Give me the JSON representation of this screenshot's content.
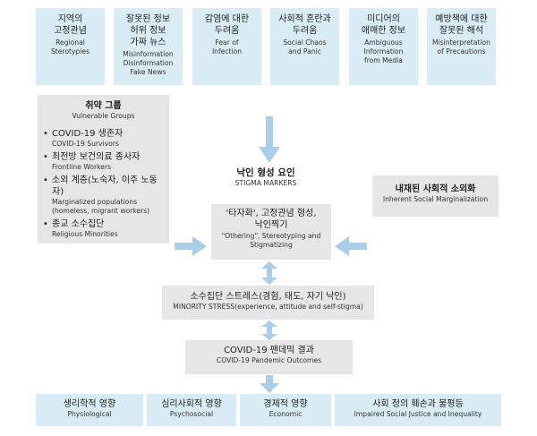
{
  "top_factors": [
    {
      "ko": "지역의\n고정관념",
      "en": "Regional\nSterotypies"
    },
    {
      "ko": "잘못된 정보\n허위 정보\n가짜 뉴스",
      "en": "Misinformation\nDisinformation\nFake News"
    },
    {
      "ko": "감염에 대한\n두려움",
      "en": "Fear of\nInfection"
    },
    {
      "ko": "사회적 혼란과\n두려움",
      "en": "Social Chaos\nand Panic"
    },
    {
      "ko": "미디어의\n애매한 정보",
      "en": "Ambiguous\nInformation\nfrom Media"
    },
    {
      "ko": "예방책에 대한\n잘못된 해석",
      "en": "Misinterpretation\nof Precautions"
    }
  ],
  "vulnerable_groups": {
    "title_ko": "취약 그룹",
    "title_en": "Vulnerable Groups",
    "items": [
      {
        "ko": "COVID-19 생존자",
        "en": "COVID-19 Survivors"
      },
      {
        "ko": "최전방 보건의료 종사자",
        "en": "Frontline Workers"
      },
      {
        "ko": "소외 계층(노숙자, 이주 노동자)",
        "en": "Marginalized populations\n(homeless, migrant workers)"
      },
      {
        "ko": "종교 소수집단",
        "en": "Religious Minorities"
      }
    ]
  },
  "stigma_markers": {
    "ko": "낙인 형성 요인",
    "en": "STIGMA MARKERS"
  },
  "othering": {
    "ko": "'타자화', 고정관념 형성,\n낙인찍기",
    "en": "\"Othering\", Stereotyping and\nStigmatizing"
  },
  "inherent": {
    "ko": "내재된 사회적 소외화",
    "en": "Inherent Social Marginalization"
  },
  "minority_stress": {
    "ko": "소수집단 스트레스(경험, 태도, 자기 낙인)",
    "en": "MINORITY STRESS(experience, attitude and self-stigma)"
  },
  "outcomes": {
    "ko": "COVID-19 팬데믹 결과",
    "en": "COVID-19 Pandemic Outcomes"
  },
  "bottom_outcomes": [
    {
      "ko": "생리학적 영향",
      "en": "Physiological"
    },
    {
      "ko": "심리사회적 영향",
      "en": "Psychosocial"
    },
    {
      "ko": "경제적 영향",
      "en": "Economic"
    },
    {
      "ko": "사회 정의 훼손과 불평등",
      "en": "Impaired Social Justice and Inequality"
    }
  ],
  "colors": {
    "blue_box": "#d9ecf6",
    "gray_box": "#e6e6e6",
    "arrow": "#aacde8"
  }
}
